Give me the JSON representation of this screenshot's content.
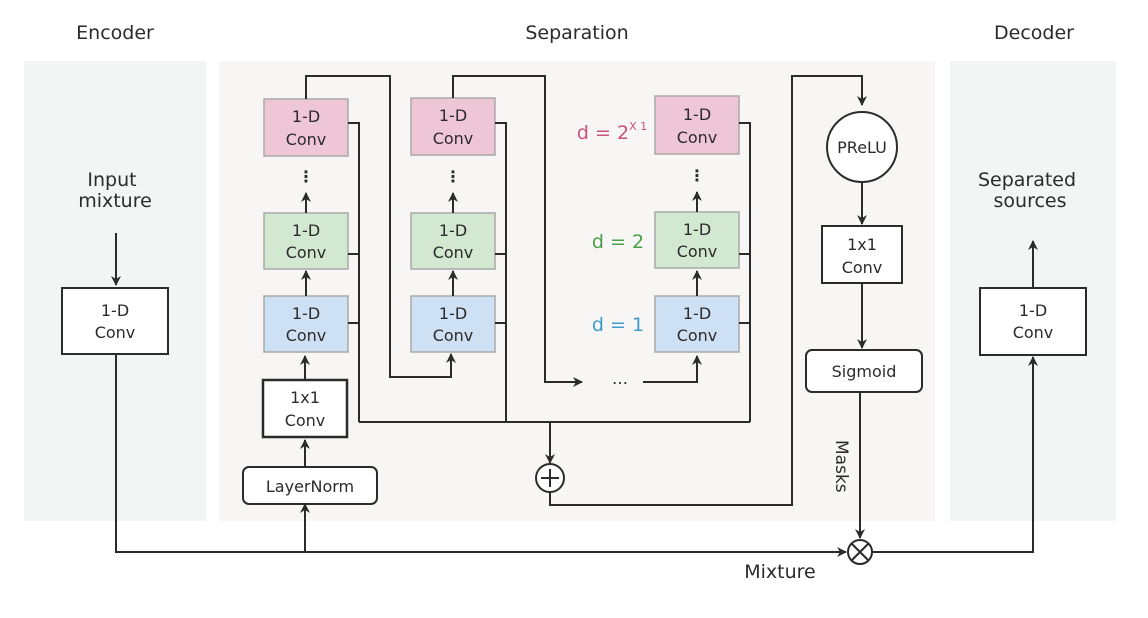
{
  "sections": {
    "encoder": "Encoder",
    "separation": "Separation",
    "decoder": "Decoder"
  },
  "encoder": {
    "input_label_line1": "Input",
    "input_label_line2": "mixture",
    "conv_line1": "1-D",
    "conv_line2": "Conv"
  },
  "separation": {
    "layernorm": "LayerNorm",
    "bottleneck_line1": "1x1",
    "bottleneck_line2": "Conv",
    "block_line1": "1-D",
    "block_line2": "Conv",
    "dilation_labels": {
      "top": "d = 2",
      "top_exp": "X 1",
      "mid": "d = 2",
      "bottom": "d = 1"
    },
    "ellipsis": "…",
    "vdots": "⋮",
    "sum_symbol": "+",
    "prelu": "PReLU",
    "out_conv_line1": "1x1",
    "out_conv_line2": "Conv",
    "sigmoid": "Sigmoid",
    "masks_label": "Masks"
  },
  "decoder": {
    "output_label_line1": "Separated",
    "output_label_line2": "sources",
    "conv_line1": "1-D",
    "conv_line2": "Conv"
  },
  "mixture_label": "Mixture",
  "multiply_symbol": "⊗",
  "colors": {
    "encoder_bg": "#f3f4f4",
    "separation_bg": "#f8f6f4",
    "pink_block": "#efc6d6",
    "green_block": "#d3e8d0",
    "blue_block": "#cde0f4",
    "pink_text": "#c9517f",
    "green_text": "#4aa04a",
    "blue_text": "#3f9bcc"
  }
}
